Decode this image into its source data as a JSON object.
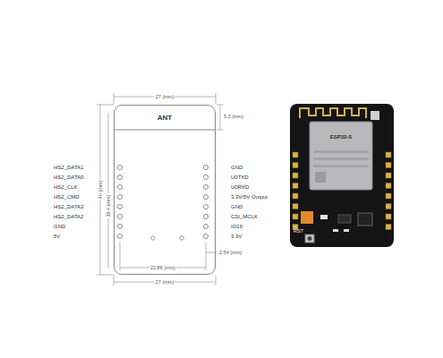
{
  "diagram": {
    "nodes": [
      {
        "text": [
          "ANT"
        ]
      }
    ],
    "labels": [
      "HS2_DATA1",
      "HS2_DATA0",
      "HS2_CLK",
      "HS2_CMD",
      "HS2_DATA3",
      "HS2_DATA2",
      "GND",
      "5V",
      "GND",
      "U0TXD",
      "U0RXD",
      "3.3V/5V Output",
      "GND",
      "CSI_MCLK",
      "IO16",
      "3.3V",
      "27 (mm)",
      "5.3 (mm)",
      "40 (mm)",
      "38.4 (mm)",
      "2.54 (mm)",
      "22.86 (mm)",
      "27 (mm)",
      "ESP32-S",
      "RST"
    ]
  }
}
